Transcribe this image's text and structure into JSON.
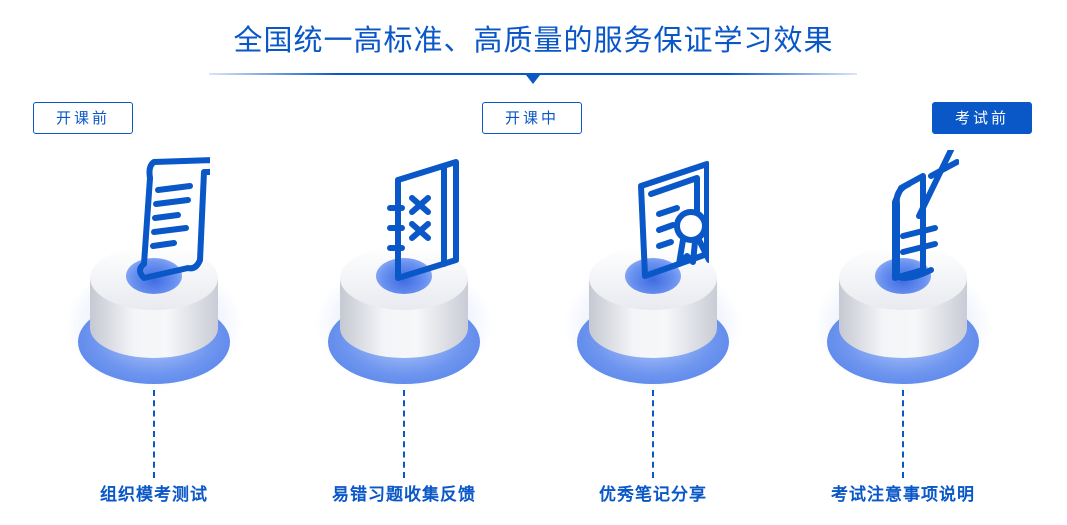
{
  "header": {
    "title": "全国统一高标准、高质量的服务保证学习效果"
  },
  "phases": [
    {
      "label": "开课前",
      "active": false
    },
    {
      "label": "开课中",
      "active": false
    },
    {
      "label": "考试前",
      "active": true
    }
  ],
  "stations": [
    {
      "label": "组织模考测试",
      "icon": "scroll-document-icon"
    },
    {
      "label": "易错习题收集反馈",
      "icon": "notebook-x-marks-icon"
    },
    {
      "label": "优秀笔记分享",
      "icon": "certificate-badge-icon"
    },
    {
      "label": "考试注意事项说明",
      "icon": "pen-paper-icon"
    }
  ],
  "colors": {
    "brand_blue": "#0a57c8",
    "active_phase_bg": "#0a57c8"
  }
}
